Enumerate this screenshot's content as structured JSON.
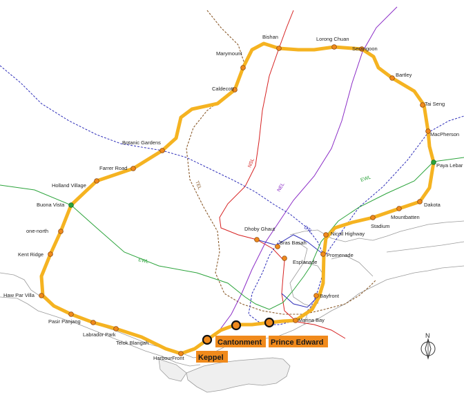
{
  "lines": {
    "ccl": {
      "color": "#f5b321"
    },
    "ewl": {
      "label": "EWL",
      "color": "#2aa33a"
    },
    "nsl": {
      "label": "NSL",
      "color": "#d62020"
    },
    "nel": {
      "label": "NEL",
      "color": "#8a2bc6"
    },
    "dtl": {
      "label": "DTL",
      "color": "#2b2bb8"
    },
    "tel": {
      "label": "TEL",
      "color": "#8a5a2a"
    }
  },
  "stations": {
    "bishan": "Bishan",
    "marymount": "Marymount",
    "caldecott": "Caldecott",
    "lorong_chuan": "Lorong Chuan",
    "serangoon": "Serangoon",
    "bartley": "Bartley",
    "tai_seng": "Tai Seng",
    "macpherson": "MacPherson",
    "paya_lebar": "Paya Lebar",
    "dakota": "Dakota",
    "mountbatten": "Mountbatten",
    "stadium": "Stadium",
    "nicoll_highway": "Nicoll Highway",
    "promenade": "Promenade",
    "esplanade": "Esplanade",
    "bras_basah": "Bras Basah",
    "dhoby_ghaut": "Dhoby Ghaut",
    "bayfront": "Bayfront",
    "marina_bay": "Marina Bay",
    "botanic_gardens": "Botanic Gardens",
    "farrer_road": "Farrer Road",
    "holland_village": "Holland Village",
    "buona_vista": "Buona Vista",
    "one_north": "one-north",
    "kent_ridge": "Kent Ridge",
    "haw_par_villa": "Haw Par Villa",
    "pasir_panjang": "Pasir Panjang",
    "labrador_park": "Labrador Park",
    "telok_blangah": "Telok Blangah",
    "harbourfront": "HarbourFront"
  },
  "new_stations": {
    "keppel": "Keppel",
    "cantonment": "Cantonment",
    "prince_edward": "Prince Edward",
    "highlight_color": "#f08a1c"
  },
  "compass": {
    "label": "N"
  }
}
